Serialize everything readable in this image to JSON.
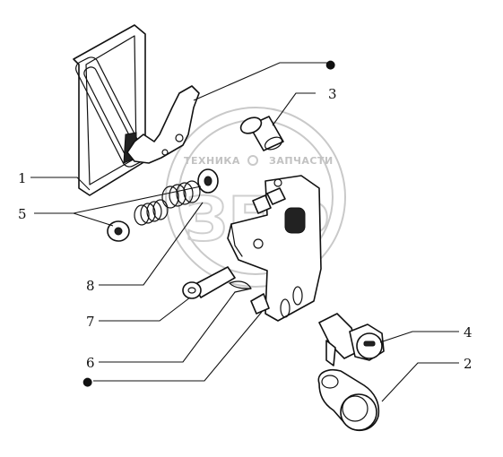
{
  "watermark": {
    "word_left": "ТЕХНИКА",
    "word_right": "ЗАПЧАСТИ",
    "logo": "ЗЕФ"
  },
  "callouts": {
    "c1": "1",
    "c2": "2",
    "c3": "3",
    "c4": "4",
    "c5": "5",
    "c6": "6",
    "c7": "7",
    "c8": "8",
    "dot_top": "●",
    "dot_bottom": "●"
  }
}
